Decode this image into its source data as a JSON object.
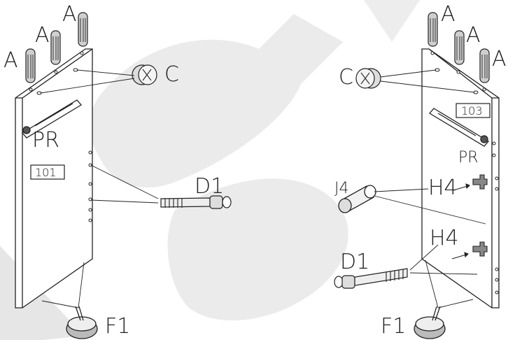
{
  "diagram": {
    "left_panel": {
      "part_number": "101",
      "labels": {
        "dowel_1": "A",
        "dowel_2": "A",
        "dowel_3": "A",
        "cam": "C",
        "rail": "PR",
        "bolt": "D1",
        "foot": "F1"
      }
    },
    "right_panel": {
      "part_number": "103",
      "labels": {
        "dowel_1": "A",
        "dowel_2": "A",
        "dowel_3": "A",
        "cam": "C",
        "rail": "PR",
        "hinge_upper": "H4",
        "hinge_lower": "H4",
        "pin": "J4",
        "bolt": "D1",
        "foot": "F1"
      }
    },
    "watermark_color": "#e0e0e0",
    "line_color": "#222222"
  }
}
